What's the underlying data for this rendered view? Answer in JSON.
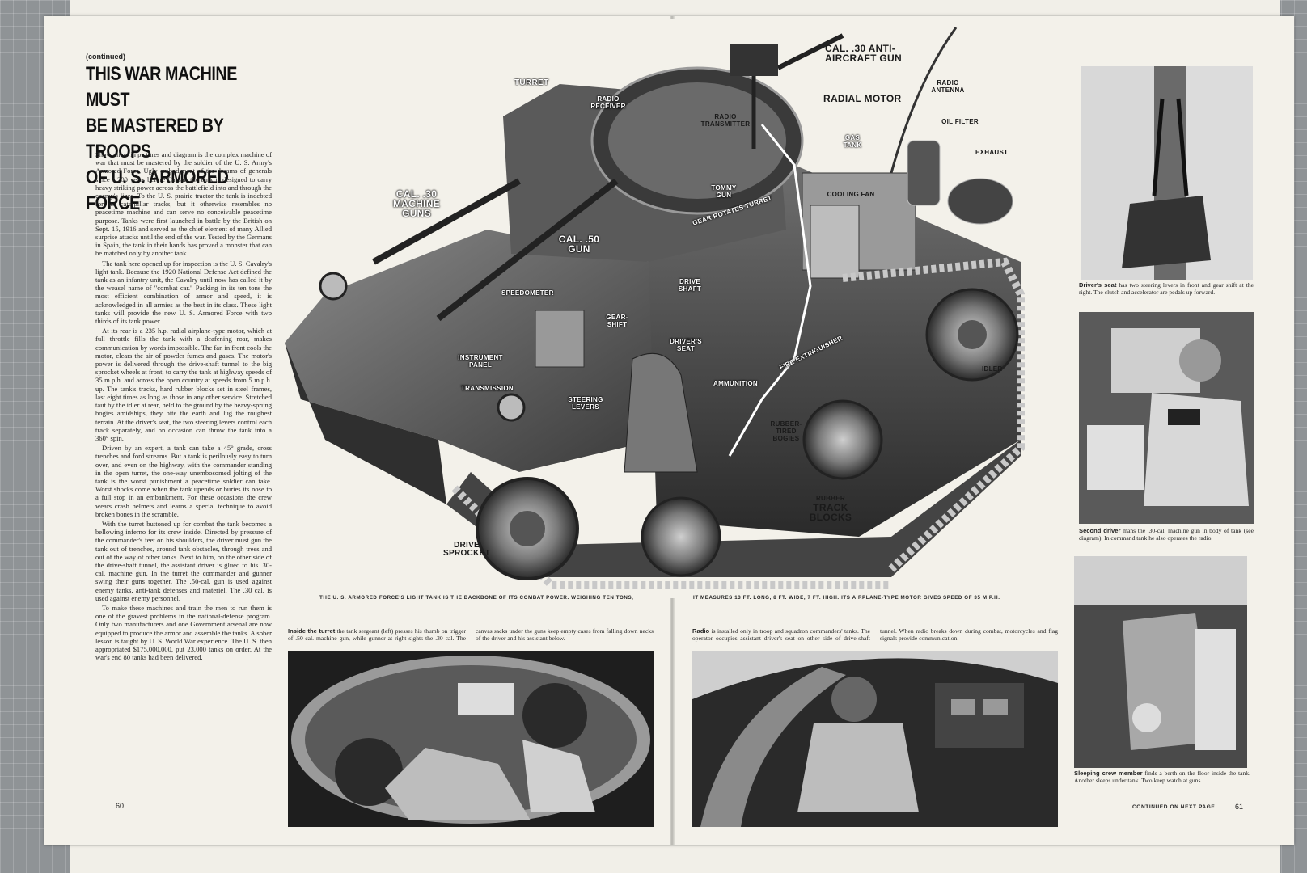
{
  "page": {
    "continued": "(continued)",
    "headline_lines": [
      "THIS WAR MACHINE MUST",
      "BE MASTERED BY TROOPS",
      "OF U. S. ARMORED FORCE"
    ],
    "body_paragraphs": [
      "Shown here in pictures and diagram is the complex machine of war that must be mastered by the soldier of the U. S. Army's Armored Force. Ugly embodiment of the dreams of generals since 1,200 years before Caesar, the tank is designed to carry heavy striking power across the battlefield into and through the enemy's lines. To the U. S. prairie tractor the tank is indebted for its caterpillar tracks, but it otherwise resembles no peacetime machine and can serve no conceivable peacetime purpose. Tanks were first launched in battle by the British on Sept. 15, 1916 and served as the chief element of many Allied surprise attacks until the end of the war. Tested by the Germans in Spain, the tank in their hands has proved a monster that can be matched only by another tank.",
      "The tank here opened up for inspection is the U. S. Cavalry's light tank. Because the 1920 National Defense Act defined the tank as an infantry unit, the Cavalry until now has called it by the weasel name of \"combat car.\" Packing in its ten tons the most efficient combination of armor and speed, it is acknowledged in all armies as the best in its class. These light tanks will provide the new U. S. Armored Force with two thirds of its tank power.",
      "At its rear is a 235 h.p. radial airplane-type motor, which at full throttle fills the tank with a deafening roar, makes communication by words impossible. The fan in front cools the motor, clears the air of powder fumes and gases. The motor's power is delivered through the drive-shaft tunnel to the big sprocket wheels at front, to carry the tank at highway speeds of 35 m.p.h. and across the open country at speeds from 5 m.p.h. up. The tank's tracks, hard rubber blocks set in steel frames, last eight times as long as those in any other service. Stretched taut by the idler at rear, held to the ground by the heavy-sprung bogies amidships, they bite the earth and lug the roughest terrain. At the driver's seat, the two steering levers control each track separately, and on occasion can throw the tank into a 360° spin.",
      "Driven by an expert, a tank can take a 45° grade, cross trenches and ford streams. But a tank is perilously easy to turn over, and even on the highway, with the commander standing in the open turret, the one-way unembosomed jolting of the tank is the worst punishment a peacetime soldier can take. Worst shocks come when the tank upends or buries its nose to a full stop in an embankment. For these occasions the crew wears crash helmets and learns a special technique to avoid broken bones in the scramble.",
      "With the turret buttoned up for combat the tank becomes a bellowing inferno for its crew inside. Directed by pressure of the commander's feet on his shoulders, the driver must gun the tank out of trenches, around tank obstacles, through trees and out of the way of other tanks. Next to him, on the other side of the drive-shaft tunnel, the assistant driver is glued to his .30-cal. machine gun. In the turret the commander and gunner swing their guns together. The .50-cal. gun is used against enemy tanks, anti-tank defenses and materiel. The .30 cal. is used against enemy personnel.",
      "To make these machines and train the men to run them is one of the gravest problems in the national-defense program. Only two manufacturers and one Government arsenal are now equipped to produce the armor and assemble the tanks. A sober lesson is taught by U. S. World War experience. The U. S. then appropriated $175,000,000, put 23,000 tanks on order. At the war's end 80 tanks had been delivered."
    ],
    "page_left": "60",
    "page_right": "61",
    "continued_next": "CONTINUED ON NEXT PAGE"
  },
  "diagram": {
    "labels": {
      "turret": "TURRET",
      "radio_receiver": "RADIO RECEIVER",
      "radio_transmitter": "RADIO TRANSMITTER",
      "aa_gun": "CAL. .30 ANTI-AIRCRAFT GUN",
      "radio_antenna": "RADIO ANTENNA",
      "radial_motor": "RADIAL MOTOR",
      "oil_filter": "OIL FILTER",
      "exhaust": "EXHAUST",
      "gas_tank": "GAS TANK",
      "cooling_fan": "COOLING FAN",
      "tommy_gun": "TOMMY GUN",
      "gear_rotates": "GEAR ROTATES TURRET",
      "mg_guns": "CAL. .30 MACHINE GUNS",
      "cal50": "CAL. .50 GUN",
      "speedometer": "SPEEDOMETER",
      "drive_shaft": "DRIVE SHAFT",
      "gear_shift": "GEAR-SHIFT",
      "drivers_seat": "DRIVER'S SEAT",
      "instrument_panel": "INSTRUMENT PANEL",
      "transmission": "TRANSMISSION",
      "steering_levers": "STEERING LEVERS",
      "ammunition": "AMMUNITION",
      "fire_ext": "FIRE EXTINGUISHER",
      "idler": "IDLER",
      "rubber_bogies": "RUBBER-TIRED BOGIES",
      "track_blocks_small": "RUBBER",
      "track_blocks": "TRACK BLOCKS",
      "drive_sprocket": "DRIVE SPROCKET"
    },
    "strip_left": "THE U. S. ARMORED FORCE'S LIGHT TANK IS THE BACKBONE OF ITS COMBAT POWER.    WEIGHING TEN TONS,",
    "strip_right": "IT MEASURES 13 FT. LONG, 8 FT. WIDE, 7 FT. HIGH.    ITS AIRPLANE-TYPE MOTOR GIVES SPEED OF 35 M.P.H."
  },
  "captions": {
    "turret_lead": "Inside the turret",
    "turret_text": " the tank sergeant (left) presses his thumb on trigger of .50-cal. machine gun, while gunner at right sights the .30 cal. The canvas sacks under the guns keep empty cases from falling down necks of the driver and his assistant below.",
    "radio_lead": "Radio",
    "radio_text": " is installed only in troop and squadron commanders' tanks. The operator occupies assistant driver's seat on other side of drive-shaft tunnel. When radio breaks down during combat, motorcycles and flag signals provide communication.",
    "driver_lead": "Driver's seat",
    "driver_text": " has two steering levers in front and gear shift at the right. The clutch and accelerator are pedals up forward.",
    "second_lead": "Second driver",
    "second_text": " mans the .30-cal. machine gun in body of tank (see diagram). In command tank he also operates the radio.",
    "sleep_lead": "Sleeping crew member",
    "sleep_text": " finds a berth on the floor inside the tank. Another sleeps under tank. Two keep watch at guns."
  }
}
